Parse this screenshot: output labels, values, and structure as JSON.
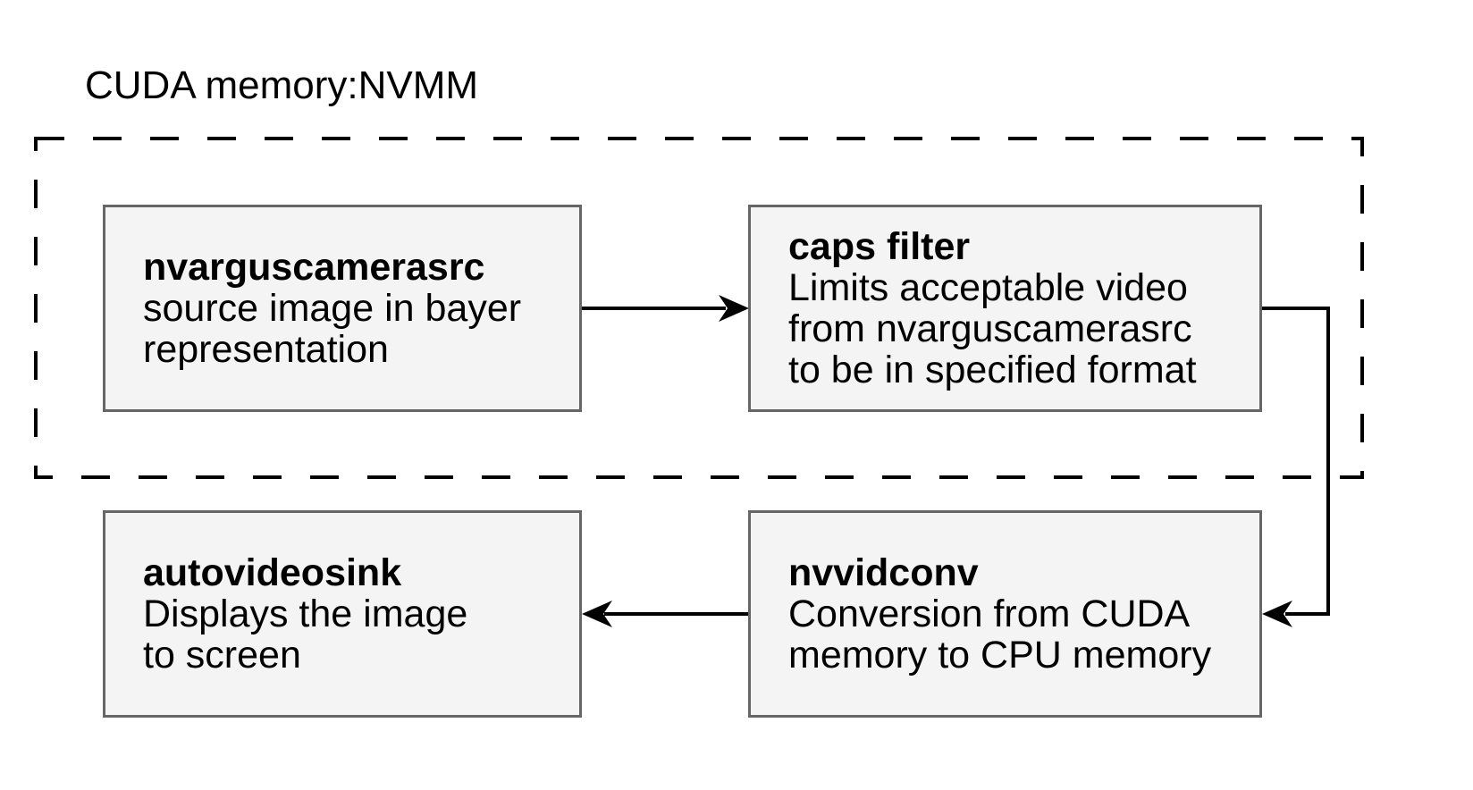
{
  "group": {
    "label": "CUDA memory:NVMM",
    "style": "dashed"
  },
  "colors": {
    "node_fill": "#f4f4f4",
    "node_border": "#666666",
    "edge": "#000000",
    "group_border": "#000000"
  },
  "nodes": [
    {
      "id": "nvarguscamerasrc",
      "title": "nvarguscamerasrc",
      "lines": [
        "source image in bayer",
        "representation"
      ]
    },
    {
      "id": "caps-filter",
      "title": "caps filter",
      "lines": [
        "Limits acceptable video",
        "from nvarguscamerasrc",
        "to be in specified format"
      ]
    },
    {
      "id": "autovideosink",
      "title": "autovideosink",
      "lines": [
        "Displays the image",
        "to screen"
      ]
    },
    {
      "id": "nvvidconv",
      "title": "nvvidconv",
      "lines": [
        "Conversion from CUDA",
        "memory to CPU memory"
      ]
    }
  ],
  "edges": [
    {
      "from": "nvarguscamerasrc",
      "to": "caps-filter"
    },
    {
      "from": "caps-filter",
      "to": "nvvidconv"
    },
    {
      "from": "nvvidconv",
      "to": "autovideosink"
    }
  ]
}
